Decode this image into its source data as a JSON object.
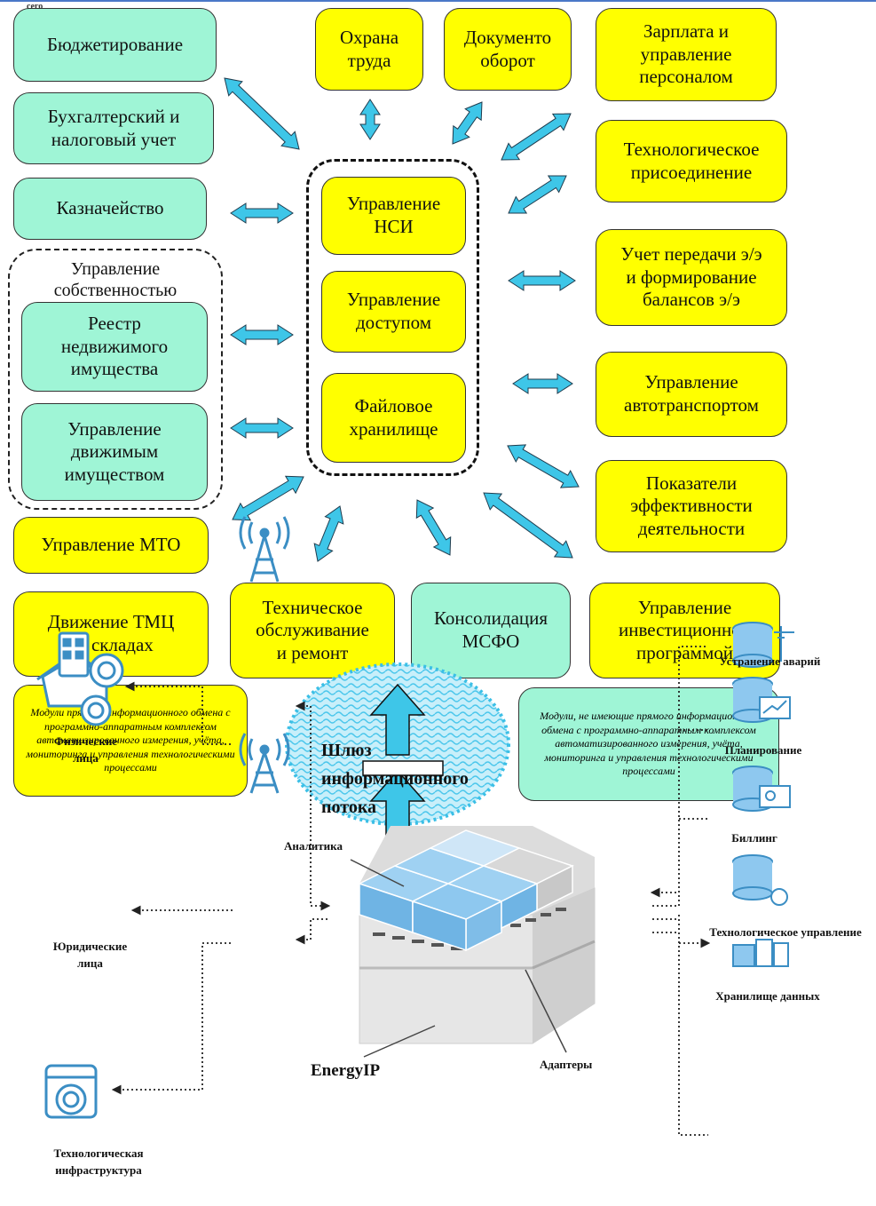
{
  "header": {
    "corner_text": "сего"
  },
  "modules": {
    "budget": "Бюджетирование",
    "accounting": "Бухгалтерский и\nналоговый учет",
    "treasury": "Казначейство",
    "property_group": "Управление\nсобственностью",
    "real_estate": "Реестр\nнедвижимого\nимущества",
    "movable": "Управление\nдвижимым\nимуществом",
    "mto": "Управление МТО",
    "tmc": "Движение ТМЦ\nна складах",
    "labor_safety": "Охрана\nтруда",
    "docflow": "Документо\nоборот",
    "salary": "Зарплата и\nуправление\nперсоналом",
    "tech_connection": "Технологическое\nприсоединение",
    "energy_transfer": "Учет передачи э/э\nи формирование\nбалансов э/э",
    "vehicles": "Управление\nавтотранспортом",
    "kpi": "Показатели\nэффективности\nдеятельности",
    "investment": "Управление\nинвестиционной\nпрограммой",
    "msfo": "Консолидация\nМСФО",
    "maintenance": "Техническое\nобслуживание\nи ремонт",
    "nsi": "Управление\nНСИ",
    "access": "Управление\nдоступом",
    "file_storage": "Файловое\nхранилище"
  },
  "notes": {
    "direct": "Модули прямого информационного обмена с программно-аппаратным комплексом автоматизированного измерения, учёта, мониторинга и управления технологическими процессами",
    "indirect": "Модули, не имеющие прямого информационного обмена с программно-аппаратным комплексом автоматизированного измерения, учёта, мониторинга и управления технологическими процессами"
  },
  "gateway": {
    "label": "Шлюз\nинформационного\nпотока"
  },
  "platform": {
    "analytics": "Аналитика",
    "adapters": "Адаптеры",
    "name": "EnergyIP"
  },
  "consumers": {
    "individuals": "Физические\nлица",
    "legal": "Юридические\nлица",
    "infra": "Технологическая\nинфраструктура"
  },
  "systems": {
    "outages": "Устранение аварий",
    "planning": "Планирование",
    "billing": "Биллинг",
    "tech_control": "Технологическое управление",
    "data_store": "Хранилище данных"
  },
  "colors": {
    "yellow": "#ffff00",
    "green": "#9ff5d6",
    "arrow": "#3ec6e8",
    "icon": "#3b8ec4",
    "cube": "#8ec8ef"
  },
  "icons": [
    "house-meter-icon",
    "office-meter-icon",
    "washer-icon",
    "antenna-icon",
    "database-icon",
    "cube-platform-icon"
  ]
}
